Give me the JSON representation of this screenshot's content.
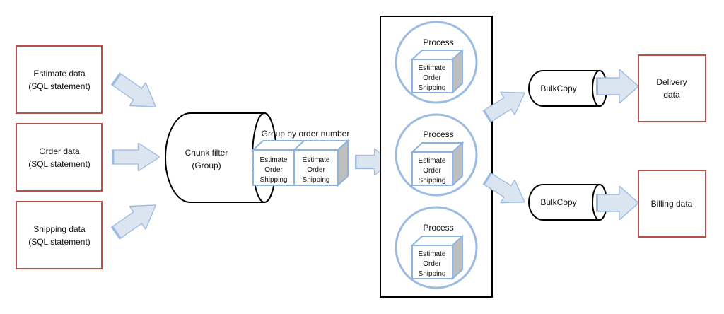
{
  "inputs": [
    {
      "line1": "Estimate data",
      "line2": "(SQL statement)"
    },
    {
      "line1": "Order data",
      "line2": "(SQL statement)"
    },
    {
      "line1": "Shipping data",
      "line2": "(SQL statement)"
    }
  ],
  "chunk_filter": {
    "line1": "Chunk filter",
    "line2": "(Group)"
  },
  "group": {
    "title": "Group by order number",
    "boxes": [
      {
        "l1": "Estimate",
        "l2": "Order",
        "l3": "Shipping"
      },
      {
        "l1": "Estimate",
        "l2": "Order",
        "l3": "Shipping"
      }
    ]
  },
  "processes": [
    {
      "title": "Process",
      "l1": "Estimate",
      "l2": "Order",
      "l3": "Shipping"
    },
    {
      "title": "Process",
      "l1": "Estimate",
      "l2": "Order",
      "l3": "Shipping"
    },
    {
      "title": "Process",
      "l1": "Estimate",
      "l2": "Order",
      "l3": "Shipping"
    }
  ],
  "bulkcopy": [
    "BulkCopy",
    "BulkCopy"
  ],
  "outputs": [
    {
      "line1": "Delivery",
      "line2": "data"
    },
    {
      "line1": "Billing data",
      "line2": ""
    }
  ],
  "colors": {
    "input_border": "#b5504b",
    "arrow_fill": "#dbe5f1",
    "arrow_stroke": "#9bbbe0",
    "circle_stroke": "#9bbbe0",
    "cube_stroke": "#8db3e2",
    "cube_side": "#bfbfbf"
  }
}
